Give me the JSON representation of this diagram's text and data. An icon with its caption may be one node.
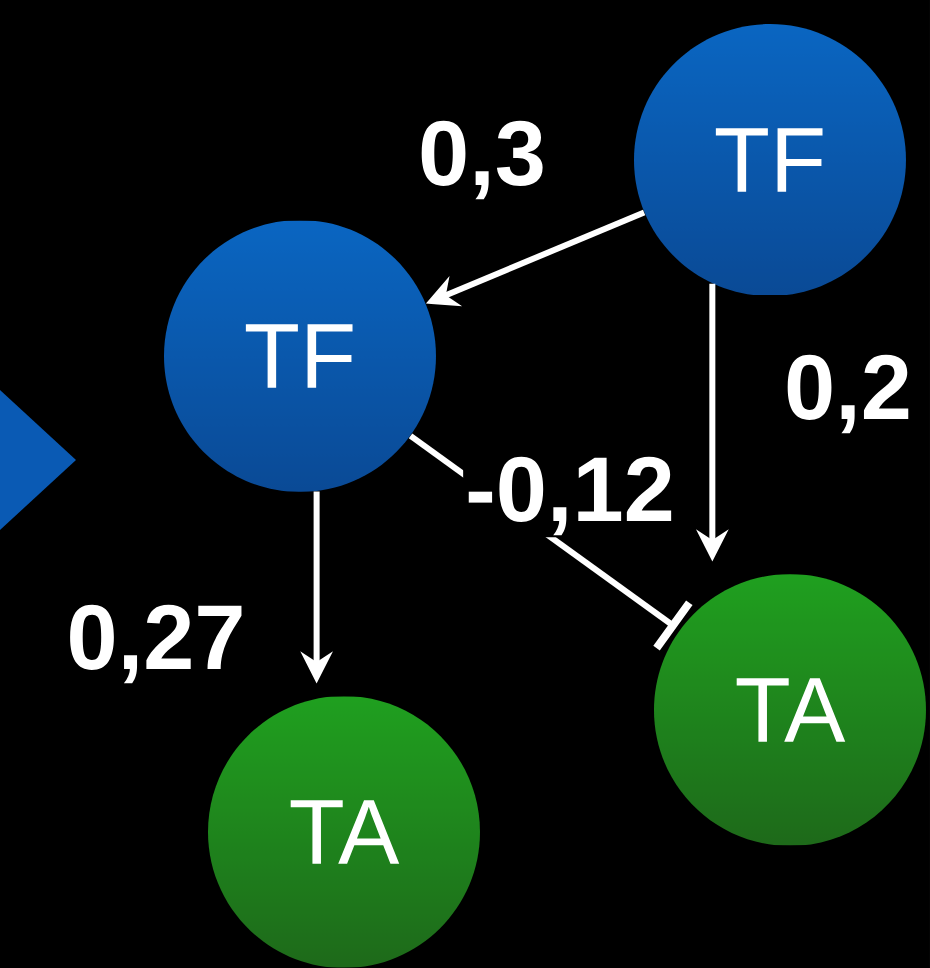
{
  "diagram": {
    "nodes": [
      {
        "text": [
          "TF"
        ]
      },
      {
        "text": [
          "TF"
        ]
      },
      {
        "text": [
          "TA"
        ]
      },
      {
        "text": [
          "TA"
        ]
      }
    ],
    "edges": [
      {
        "from": 0,
        "to": 1,
        "arrow": "to",
        "label": "0,3"
      },
      {
        "from": 0,
        "to": 3,
        "arrow": "to",
        "label": "0,2"
      },
      {
        "from": 1,
        "to": 2,
        "arrow": "to",
        "label": "0,27"
      },
      {
        "from": 1,
        "to": 3,
        "arrow": "other",
        "label": "-0,12"
      }
    ]
  }
}
